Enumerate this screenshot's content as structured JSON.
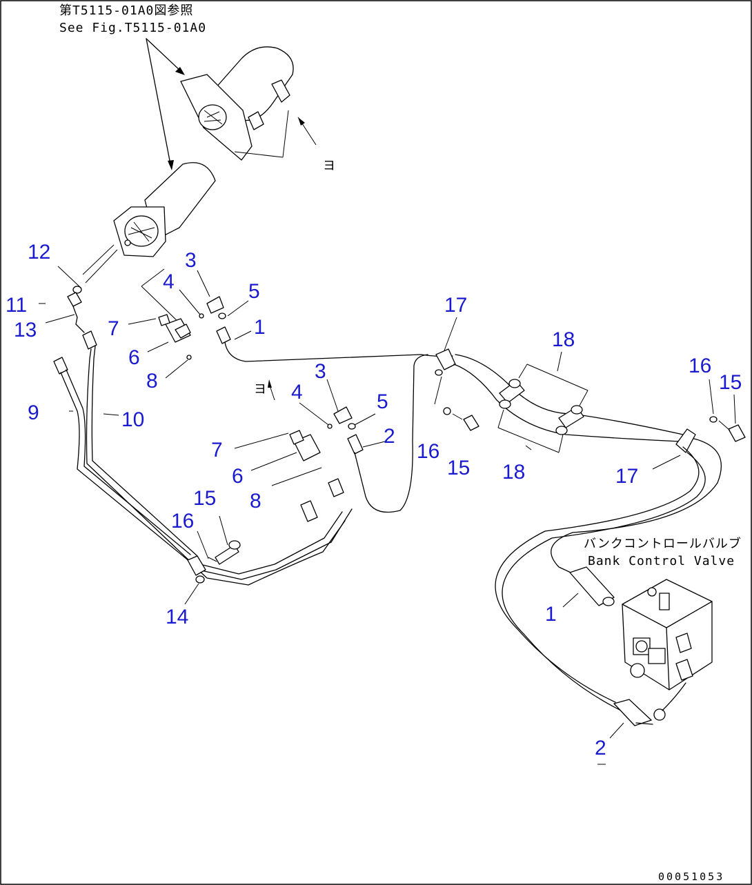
{
  "reference_note": {
    "line1": "第T5115-01A0図参照",
    "line2": "See Fig.T5115-01A0"
  },
  "valve_label": {
    "japanese": "バンクコントロールバルブ",
    "english": "Bank Control Valve"
  },
  "arrow_marks": {
    "a_upper": "ヨ",
    "a_lower": "ヨ"
  },
  "callouts": {
    "c12": "12",
    "c11": "11",
    "c13": "13",
    "c9": "9",
    "c10": "10",
    "c3a": "3",
    "c4a": "4",
    "c5a": "5",
    "c1a": "1",
    "c7a": "7",
    "c6a": "6",
    "c8a": "8",
    "c3b": "3",
    "c4b": "4",
    "c5b": "5",
    "c2a": "2",
    "c7b": "7",
    "c6b": "6",
    "c8b": "8",
    "c15a": "15",
    "c16a": "16",
    "c14": "14",
    "c17a": "17",
    "c16b": "16",
    "c15b": "15",
    "c18a": "18",
    "c18b": "18",
    "c16c": "16",
    "c15c": "15",
    "c17b": "17",
    "c1b": "1",
    "c2b": "2"
  },
  "drawing_number": "00051053"
}
